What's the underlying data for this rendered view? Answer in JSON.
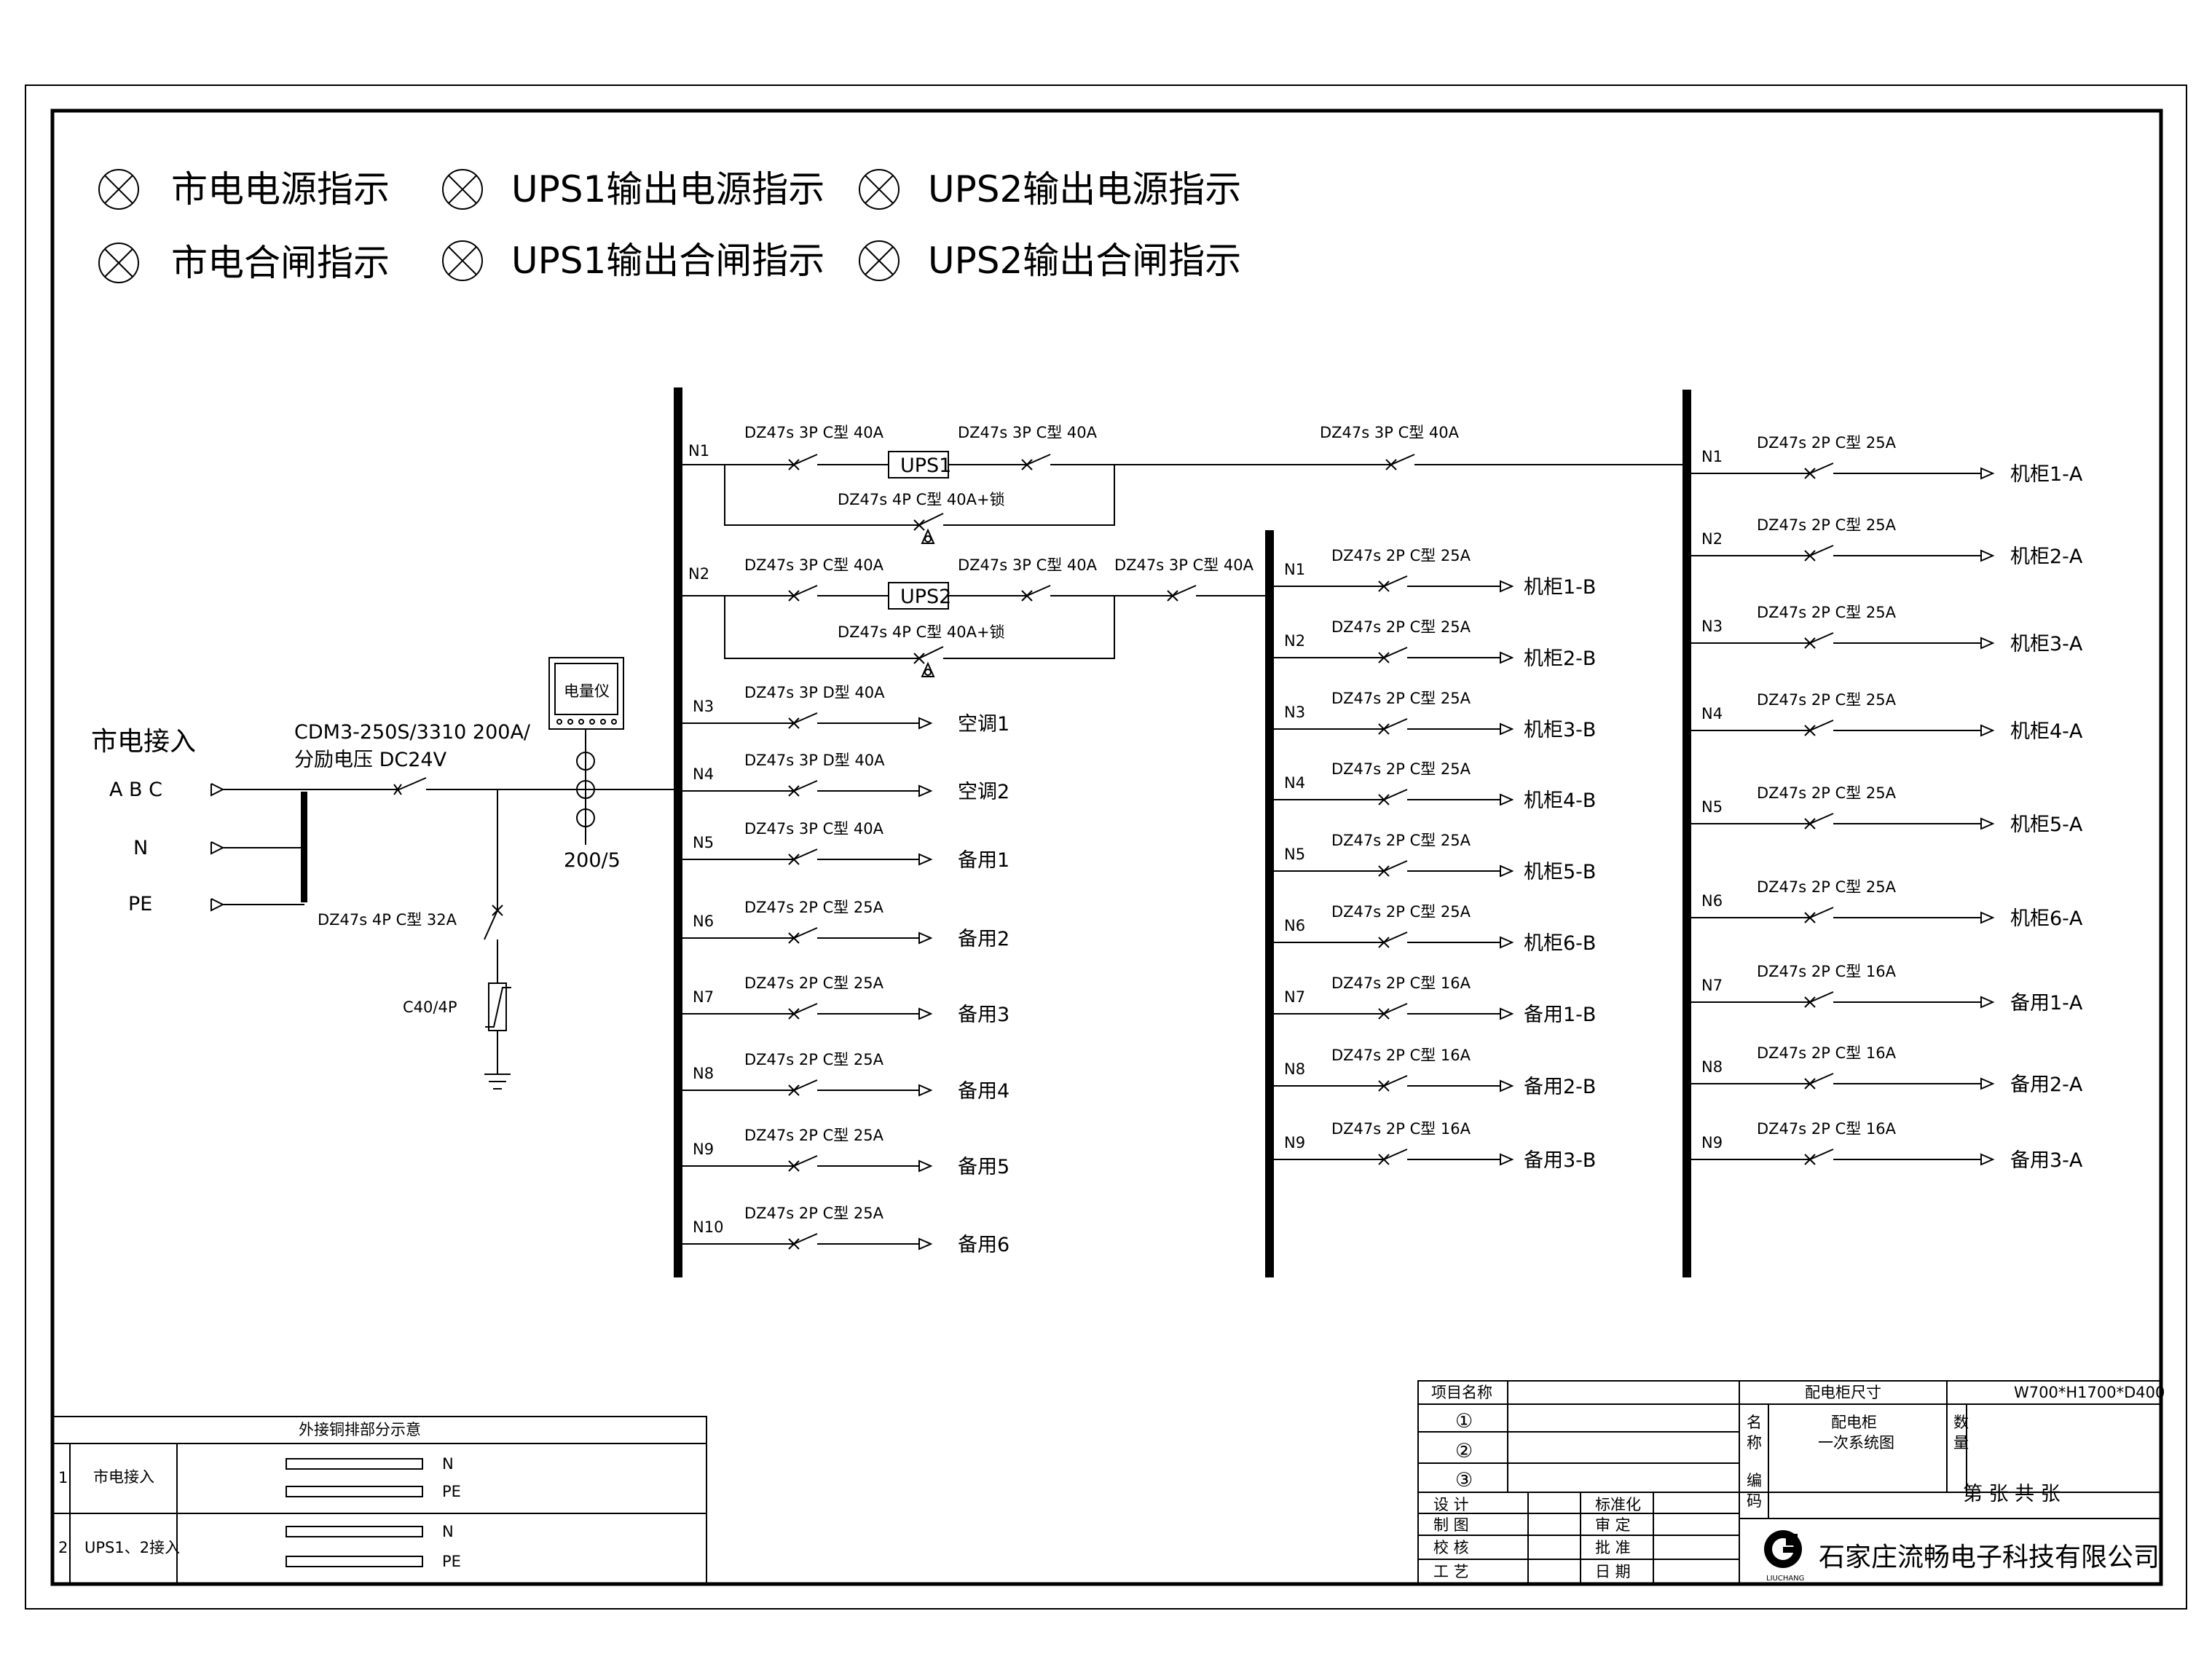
{
  "indicators": [
    "市电电源指示",
    "UPS1输出电源指示",
    "UPS2输出电源指示",
    "市电合闸指示",
    "UPS1输出合闸指示",
    "UPS2输出合闸指示"
  ],
  "incoming": {
    "title": "市电接入",
    "phases": [
      "A B C",
      "N",
      "PE"
    ],
    "main_breaker": [
      "CDM3-250S/3310 200A/",
      "分励电压 DC24V"
    ],
    "spd_breaker": "DZ47s 4P C型 32A",
    "spd": "C40/4P",
    "meter": "电量仪",
    "ct": "200/5"
  },
  "bus1": {
    "ups_loops": [
      {
        "n": "N1",
        "in_breaker": "DZ47s 3P C型 40A",
        "ups": "UPS1",
        "out_breaker": "DZ47s 3P C型 40A",
        "bypass": "DZ47s 4P C型 40A+锁",
        "link_breaker": "DZ47s 3P C型 40A"
      },
      {
        "n": "N2",
        "in_breaker": "DZ47s 3P C型 40A",
        "ups": "UPS2",
        "out_breaker": "DZ47s 3P C型 40A",
        "bypass": "DZ47s 4P C型 40A+锁",
        "link_breaker": "DZ47s 3P C型 40A"
      }
    ],
    "feeders": [
      {
        "n": "N3",
        "breaker": "DZ47s 3P D型 40A",
        "load": "空调1"
      },
      {
        "n": "N4",
        "breaker": "DZ47s 3P D型 40A",
        "load": "空调2"
      },
      {
        "n": "N5",
        "breaker": "DZ47s 3P C型 40A",
        "load": "备用1"
      },
      {
        "n": "N6",
        "breaker": "DZ47s 2P C型 25A",
        "load": "备用2"
      },
      {
        "n": "N7",
        "breaker": "DZ47s 2P C型 25A",
        "load": "备用3"
      },
      {
        "n": "N8",
        "breaker": "DZ47s 2P C型 25A",
        "load": "备用4"
      },
      {
        "n": "N9",
        "breaker": "DZ47s 2P C型 25A",
        "load": "备用5"
      },
      {
        "n": "N10",
        "breaker": "DZ47s 2P C型 25A",
        "load": "备用6"
      }
    ]
  },
  "bus2": {
    "feeders": [
      {
        "n": "N1",
        "breaker": "DZ47s 2P C型 25A",
        "load": "机柜1-B"
      },
      {
        "n": "N2",
        "breaker": "DZ47s 2P C型 25A",
        "load": "机柜2-B"
      },
      {
        "n": "N3",
        "breaker": "DZ47s 2P C型 25A",
        "load": "机柜3-B"
      },
      {
        "n": "N4",
        "breaker": "DZ47s 2P C型 25A",
        "load": "机柜4-B"
      },
      {
        "n": "N5",
        "breaker": "DZ47s 2P C型 25A",
        "load": "机柜5-B"
      },
      {
        "n": "N6",
        "breaker": "DZ47s 2P C型 25A",
        "load": "机柜6-B"
      },
      {
        "n": "N7",
        "breaker": "DZ47s 2P C型 16A",
        "load": "备用1-B"
      },
      {
        "n": "N8",
        "breaker": "DZ47s 2P C型 16A",
        "load": "备用2-B"
      },
      {
        "n": "N9",
        "breaker": "DZ47s 2P C型 16A",
        "load": "备用3-B"
      }
    ]
  },
  "bus3": {
    "feeders": [
      {
        "n": "N1",
        "breaker": "DZ47s 2P C型 25A",
        "load": "机柜1-A"
      },
      {
        "n": "N2",
        "breaker": "DZ47s 2P C型 25A",
        "load": "机柜2-A"
      },
      {
        "n": "N3",
        "breaker": "DZ47s 2P C型 25A",
        "load": "机柜3-A"
      },
      {
        "n": "N4",
        "breaker": "DZ47s 2P C型 25A",
        "load": "机柜4-A"
      },
      {
        "n": "N5",
        "breaker": "DZ47s 2P C型 25A",
        "load": "机柜5-A"
      },
      {
        "n": "N6",
        "breaker": "DZ47s 2P C型 25A",
        "load": "机柜6-A"
      },
      {
        "n": "N7",
        "breaker": "DZ47s 2P C型 16A",
        "load": "备用1-A"
      },
      {
        "n": "N8",
        "breaker": "DZ47s 2P C型 16A",
        "load": "备用2-A"
      },
      {
        "n": "N9",
        "breaker": "DZ47s 2P C型 16A",
        "load": "备用3-A"
      }
    ]
  },
  "copper_table": {
    "title": "外接铜排部分示意",
    "rows": [
      {
        "idx": "1",
        "name": "市电接入",
        "bars": [
          "N",
          "PE"
        ]
      },
      {
        "idx": "2",
        "name": "UPS1、2接入",
        "bars": [
          "N",
          "PE"
        ]
      }
    ]
  },
  "title_block": {
    "project_label": "项目名称",
    "size_label": "配电柜尺寸",
    "size_value": "W700*H1700*D400",
    "circles": [
      "①",
      "②",
      "③"
    ],
    "name_label": [
      "名",
      "称"
    ],
    "name_value": [
      "配电柜",
      "一次系统图"
    ],
    "qty_label": [
      "数",
      "量"
    ],
    "code_label": [
      "编",
      "码"
    ],
    "sheet": "第   张 共   张",
    "roles_left": [
      "设  计",
      "制  图",
      "校  核",
      "工  艺"
    ],
    "roles_right": [
      "标准化",
      "审  定",
      "批  准",
      "日  期"
    ],
    "logo_text": "LIUCHANG",
    "company": "石家庄流畅电子科技有限公司"
  }
}
